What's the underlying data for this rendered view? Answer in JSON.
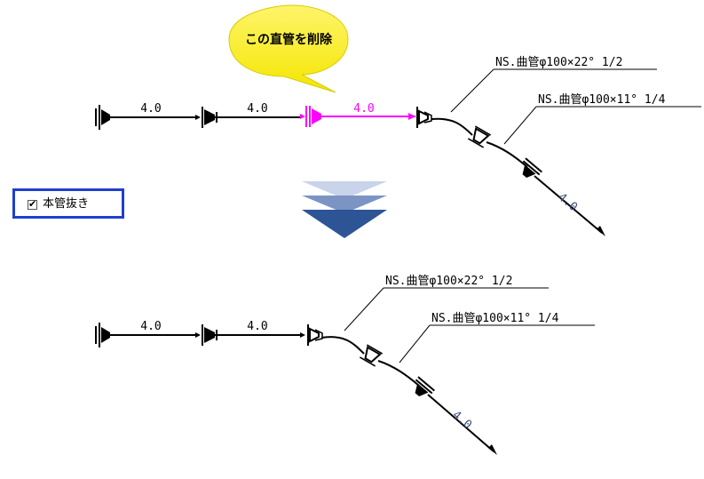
{
  "callout": {
    "text": "この直管を削除"
  },
  "checkbox": {
    "label": "本管抜き",
    "checked": true,
    "check_glyph": "✔"
  },
  "before": {
    "pipe_lengths": [
      "4.0",
      "4.0",
      "4.0",
      "4.0"
    ],
    "bend_labels": [
      "NS.曲管φ100×22° 1/2",
      "NS.曲管φ100×11° 1/4"
    ]
  },
  "after": {
    "pipe_lengths": [
      "4.0",
      "4.0",
      "4.0"
    ],
    "bend_labels": [
      "NS.曲管φ100×22° 1/2",
      "NS.曲管φ100×11° 1/4"
    ]
  },
  "colors": {
    "highlight": "#ff00ff",
    "bubble": "#ffff00",
    "frame": "#1f3fd0",
    "arrow_dark": "#2d5596",
    "arrow_mid": "#7b94c4",
    "arrow_light": "#c9d4ea"
  },
  "icons": [
    "flange-joint-icon",
    "bend-icon",
    "down-arrow-icon",
    "checkbox-icon"
  ]
}
